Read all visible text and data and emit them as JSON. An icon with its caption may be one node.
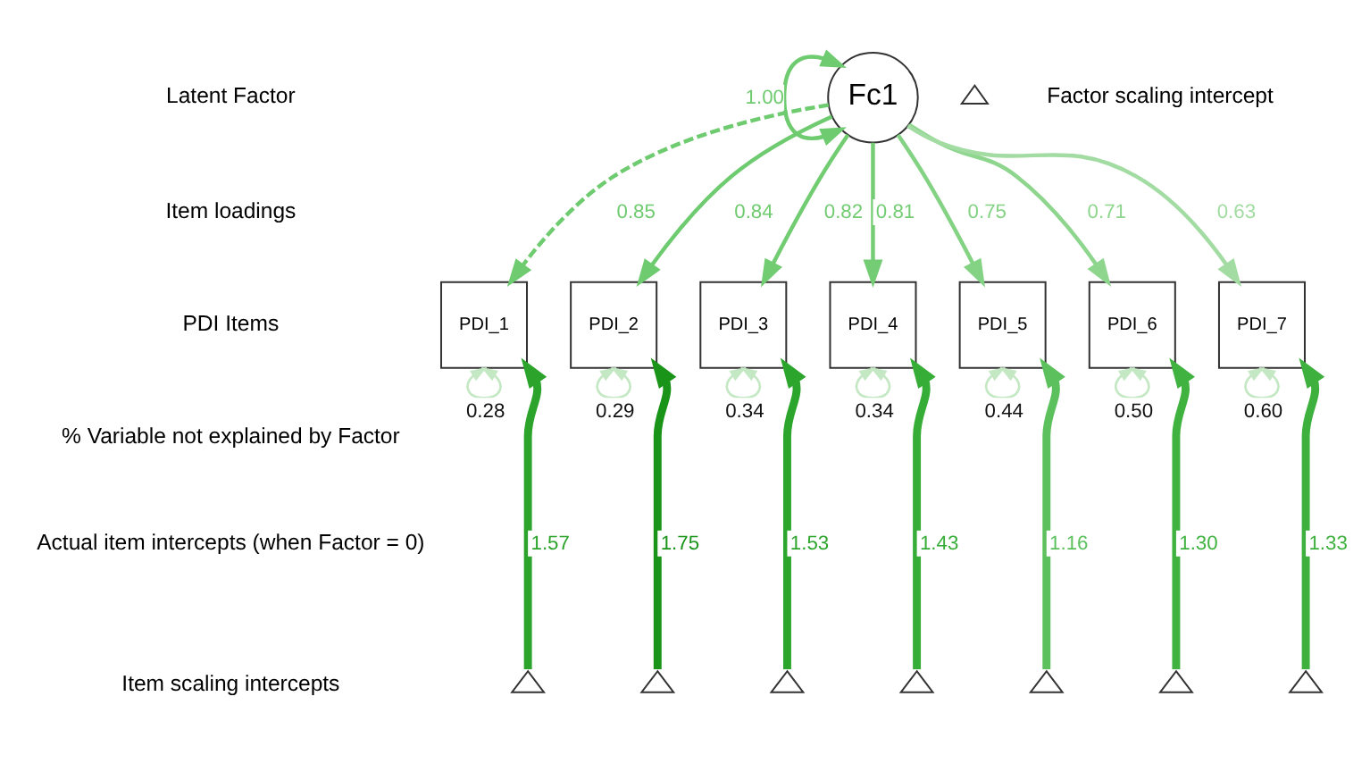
{
  "diagram": {
    "nodes": [
      {
        "text": [
          "Fc1"
        ]
      },
      {
        "text": [
          "PDI_1"
        ]
      },
      {
        "text": [
          "PDI_2"
        ]
      },
      {
        "text": [
          "PDI_3"
        ]
      },
      {
        "text": [
          "PDI_4"
        ]
      },
      {
        "text": [
          "PDI_5"
        ]
      },
      {
        "text": [
          "PDI_6"
        ]
      },
      {
        "text": [
          "PDI_7"
        ]
      },
      {
        "text": [],
        "shape": "triangle"
      },
      {
        "text": [],
        "shape": "triangle"
      },
      {
        "text": [],
        "shape": "triangle"
      },
      {
        "text": [],
        "shape": "triangle"
      },
      {
        "text": [],
        "shape": "triangle"
      },
      {
        "text": [],
        "shape": "triangle"
      },
      {
        "text": [],
        "shape": "triangle"
      }
    ],
    "edges": [
      {
        "from": 0,
        "to": 0,
        "arrow": "both",
        "label": "1.00",
        "color": "#6fcb6f"
      },
      {
        "from": 0,
        "to": 1,
        "arrow": "to",
        "label": "0.85",
        "style": "dashed",
        "color": "#6fcb6f"
      },
      {
        "from": 0,
        "to": 2,
        "arrow": "to",
        "label": "0.84",
        "color": "#6fcb6f"
      },
      {
        "from": 0,
        "to": 3,
        "arrow": "to",
        "label": "0.82",
        "color": "#72cc72"
      },
      {
        "from": 0,
        "to": 4,
        "arrow": "to",
        "label": "0.81",
        "color": "#74cd74"
      },
      {
        "from": 0,
        "to": 5,
        "arrow": "to",
        "label": "0.75",
        "color": "#84d284"
      },
      {
        "from": 0,
        "to": 6,
        "arrow": "to",
        "label": "0.71",
        "color": "#8ed68e"
      },
      {
        "from": 0,
        "to": 7,
        "arrow": "to",
        "label": "0.63",
        "color": "#a2dca2"
      },
      {
        "from": 1,
        "to": 1,
        "arrow": "both",
        "label": "0.28",
        "color": "#c4e8c4"
      },
      {
        "from": 2,
        "to": 2,
        "arrow": "both",
        "label": "0.29",
        "color": "#c4e8c4"
      },
      {
        "from": 3,
        "to": 3,
        "arrow": "both",
        "label": "0.34",
        "color": "#c4e8c4"
      },
      {
        "from": 4,
        "to": 4,
        "arrow": "both",
        "label": "0.34",
        "color": "#c4e8c4"
      },
      {
        "from": 5,
        "to": 5,
        "arrow": "both",
        "label": "0.44",
        "color": "#c4e8c4"
      },
      {
        "from": 6,
        "to": 6,
        "arrow": "both",
        "label": "0.50",
        "color": "#c4e8c4"
      },
      {
        "from": 7,
        "to": 7,
        "arrow": "both",
        "label": "0.60",
        "color": "#c4e8c4"
      },
      {
        "from": 8,
        "to": 1,
        "arrow": "to",
        "label": "1.57",
        "style": "thick",
        "color": "#2ca42c"
      },
      {
        "from": 9,
        "to": 2,
        "arrow": "to",
        "label": "1.75",
        "style": "thick",
        "color": "#199419"
      },
      {
        "from": 10,
        "to": 3,
        "arrow": "to",
        "label": "1.53",
        "style": "thick",
        "color": "#2ca52c"
      },
      {
        "from": 11,
        "to": 4,
        "arrow": "to",
        "label": "1.43",
        "style": "thick",
        "color": "#36ad36"
      },
      {
        "from": 12,
        "to": 5,
        "arrow": "to",
        "label": "1.16",
        "style": "thick",
        "color": "#5cc05c"
      },
      {
        "from": 13,
        "to": 6,
        "arrow": "to",
        "label": "1.30",
        "style": "thick",
        "color": "#40b240"
      },
      {
        "from": 14,
        "to": 7,
        "arrow": "to",
        "label": "1.33",
        "style": "thick",
        "color": "#3db03d"
      }
    ],
    "labels": [
      "Latent Factor",
      "Item loadings",
      "PDI Items",
      "% Variable not explained by Factor",
      "Actual item intercepts (when Factor = 0)",
      "Item scaling intercepts"
    ],
    "legend": [
      {
        "text": "Factor scaling intercept"
      }
    ]
  }
}
